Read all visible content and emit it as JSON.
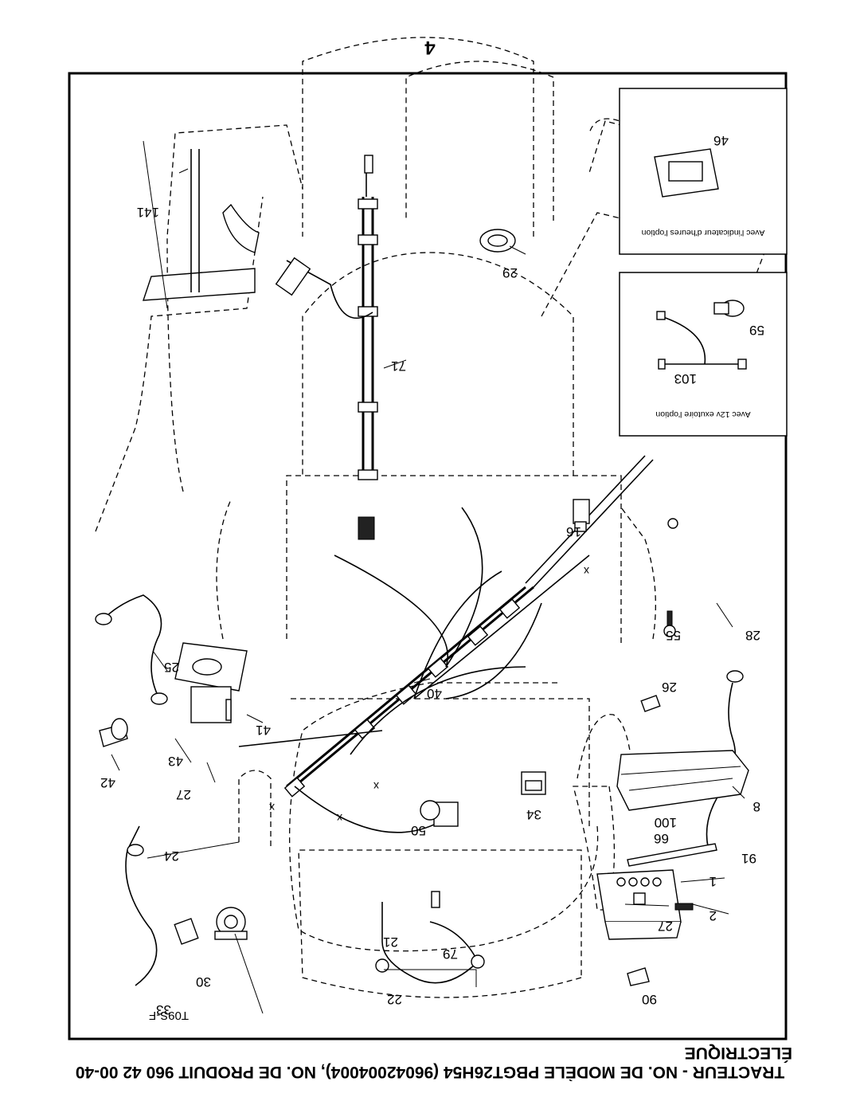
{
  "page_number": "4",
  "title_line1": "TRACTEUR - NO. DE MODÈLE PBGT26H54 (96042004004), NO. DE PRODUIT 960 42 00-40",
  "title_line2": "ÉLECTRIQUE",
  "figure_code": "T09S-F",
  "inset_hour_meter": {
    "caption": "Avec l'indicateur d'heures l'option",
    "parts": [
      "46"
    ]
  },
  "inset_12v": {
    "caption": "Avec 12v exutoire l'option",
    "parts": [
      "59",
      "103"
    ]
  },
  "part_numbers": [
    "141",
    "29",
    "71",
    "16",
    "55",
    "28",
    "25",
    "26",
    "40",
    "41",
    "43",
    "42",
    "27",
    "34",
    "50",
    "8",
    "100",
    "66",
    "91",
    "1",
    "24",
    "2",
    "27",
    "21",
    "79",
    "30",
    "33",
    "22",
    "90"
  ]
}
